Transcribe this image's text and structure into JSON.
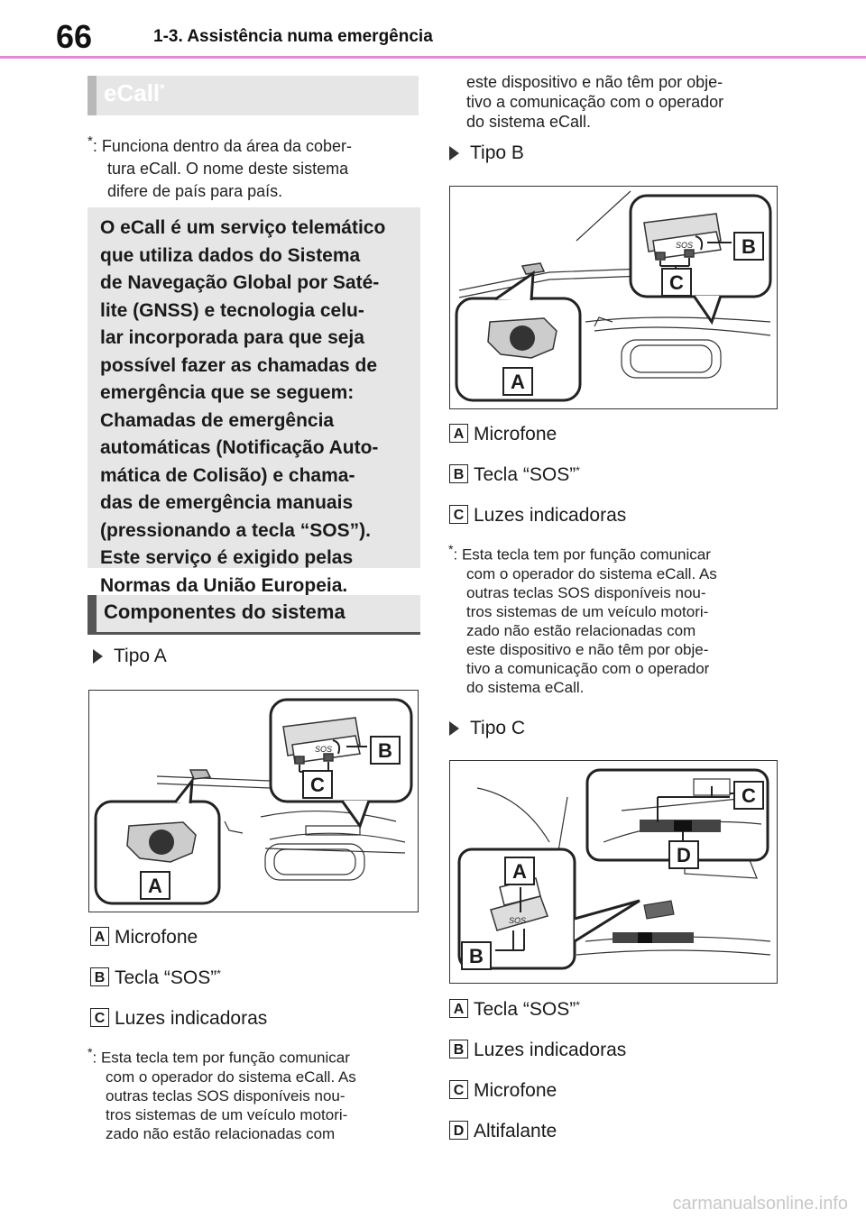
{
  "header": {
    "page_number": "66",
    "section": "1-3. Assistência numa emergência"
  },
  "ecall_title": {
    "label": "eCall",
    "mark": "*"
  },
  "ecall_note": {
    "mark": "*",
    "text_lines": [
      ":  Funciona dentro da área da cober-",
      "tura eCall. O nome deste sistema",
      "difere de país para país."
    ]
  },
  "intro_box": {
    "lines": [
      "O eCall é um serviço telemático",
      "que utiliza dados do Sistema",
      "de Navegação Global por Saté-",
      "lite (GNSS) e tecnologia celu-",
      "lar incorporada para que seja",
      "possível fazer as chamadas de",
      "emergência que se seguem:",
      "Chamadas de emergência",
      "automáticas (Notificação Auto-",
      "mática de Colisão) e chama-",
      "das de emergência manuais",
      "(pressionando a tecla “SOS”).",
      "Este serviço é exigido pelas",
      "Normas da União Europeia."
    ]
  },
  "components_title": "Componentes do sistema",
  "type_a": {
    "label": "Tipo A",
    "figure_labels": {
      "a": "A",
      "b": "B",
      "c": "C"
    },
    "legend": [
      {
        "letter": "A",
        "text": "Microfone",
        "mark": ""
      },
      {
        "letter": "B",
        "text": "Tecla “SOS”",
        "mark": "*"
      },
      {
        "letter": "C",
        "text": "Luzes indicadoras",
        "mark": ""
      }
    ],
    "note": {
      "mark": "*",
      "lines": [
        ":  Esta tecla tem por função comunicar",
        "com o operador do sistema eCall. As",
        "outras teclas SOS disponíveis nou-",
        "tros sistemas de um veículo motori-",
        "zado não estão relacionadas com"
      ]
    }
  },
  "continued_lines": [
    "este dispositivo e não têm por obje-",
    "tivo a comunicação com o operador",
    "do sistema eCall."
  ],
  "type_b": {
    "label": "Tipo B",
    "figure_labels": {
      "a": "A",
      "b": "B",
      "c": "C"
    },
    "legend": [
      {
        "letter": "A",
        "text": "Microfone",
        "mark": ""
      },
      {
        "letter": "B",
        "text": "Tecla “SOS”",
        "mark": "*"
      },
      {
        "letter": "C",
        "text": "Luzes indicadoras",
        "mark": ""
      }
    ],
    "note": {
      "mark": "*",
      "lines": [
        ":  Esta tecla tem por função comunicar",
        "com o operador do sistema eCall. As",
        "outras teclas SOS disponíveis nou-",
        "tros sistemas de um veículo motori-",
        "zado não estão relacionadas com",
        "este dispositivo e não têm por obje-",
        "tivo a comunicação com o operador",
        "do sistema eCall."
      ]
    }
  },
  "type_c": {
    "label": "Tipo C",
    "figure_labels": {
      "a": "A",
      "b": "B",
      "c": "C",
      "d": "D"
    },
    "legend": [
      {
        "letter": "A",
        "text": "Tecla “SOS”",
        "mark": "*"
      },
      {
        "letter": "B",
        "text": "Luzes indicadoras",
        "mark": ""
      },
      {
        "letter": "C",
        "text": "Microfone",
        "mark": ""
      },
      {
        "letter": "D",
        "text": "Altifalante",
        "mark": ""
      }
    ]
  },
  "watermark": "carmanualsonline.info",
  "sos_text": "SOS"
}
